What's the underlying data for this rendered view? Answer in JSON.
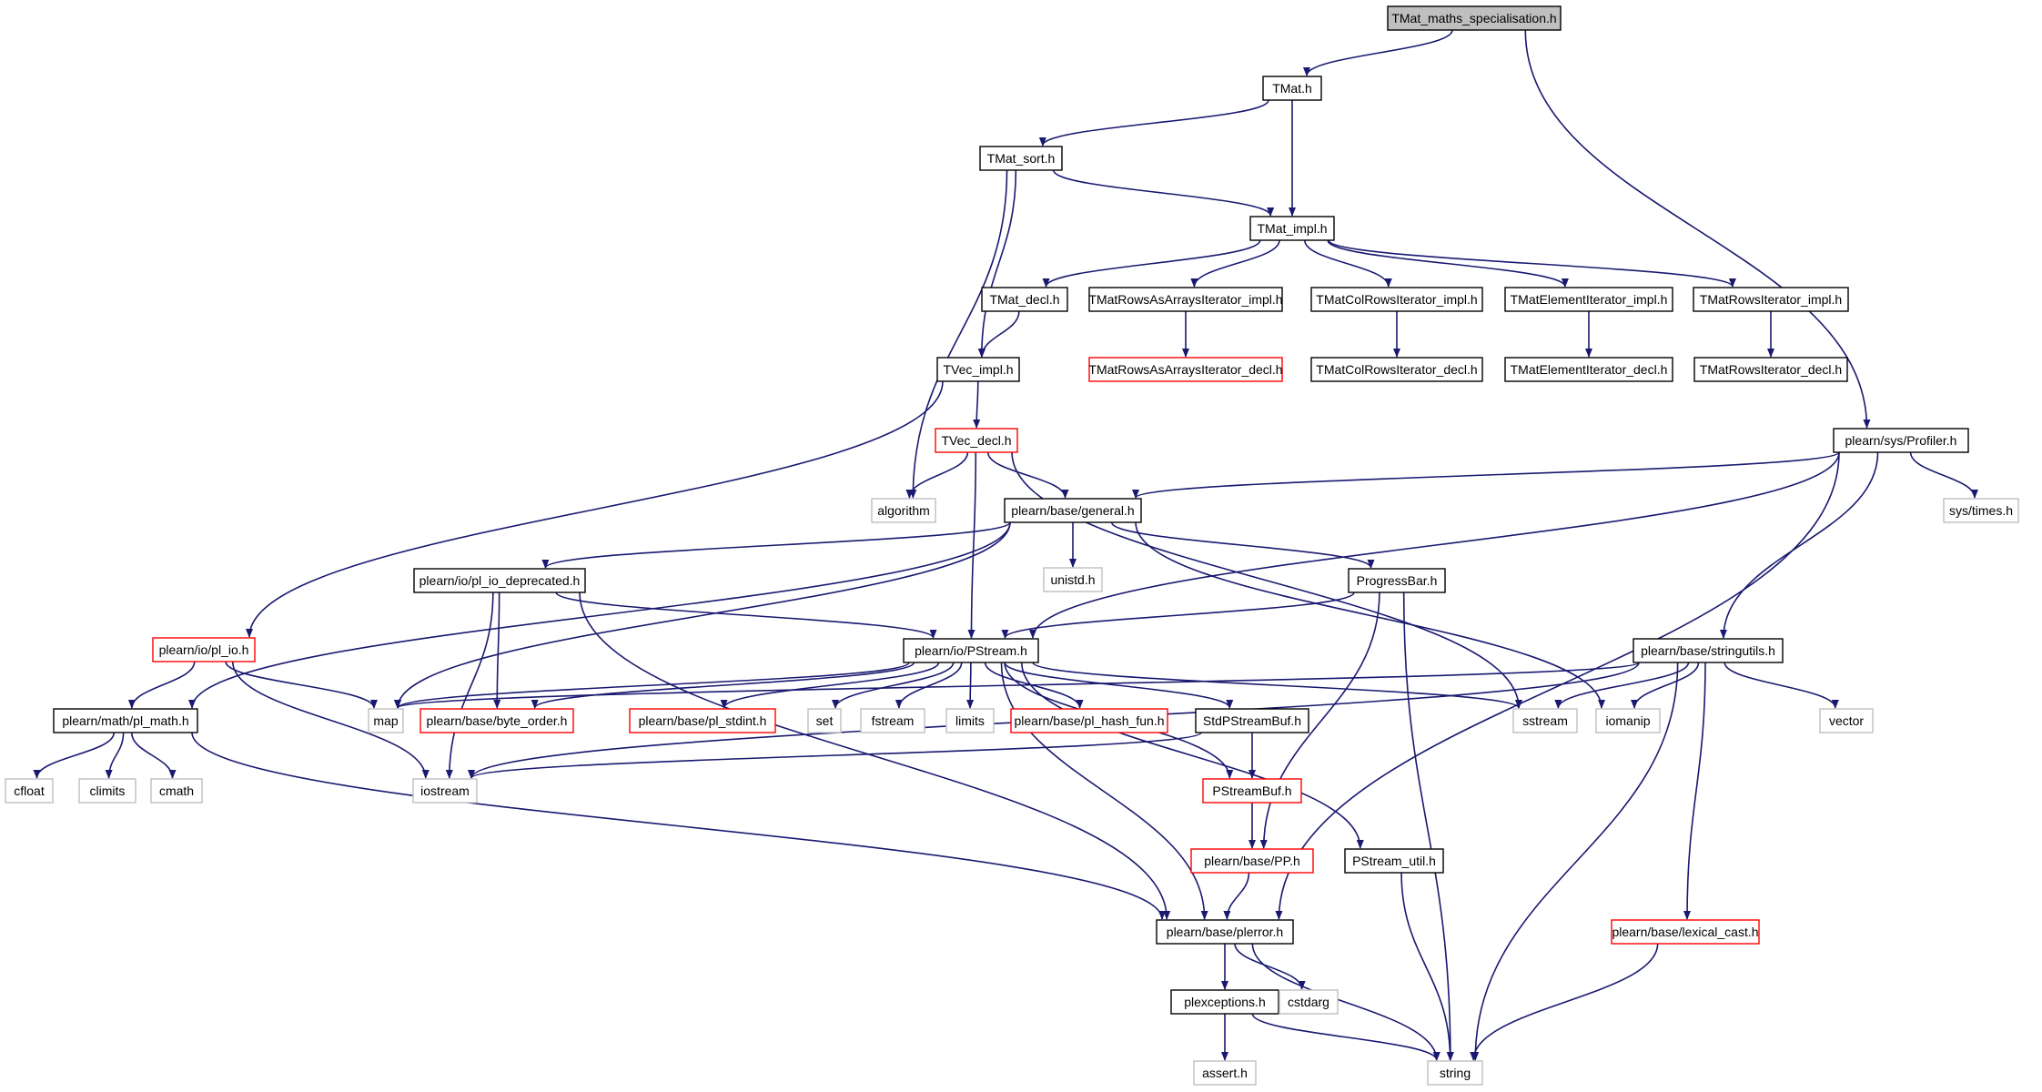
{
  "colors": {
    "edge": "#191970",
    "text": "#000000",
    "root_fill": "#bfbfbf",
    "border_default": "#000000",
    "border_truncated": "#ff0000",
    "border_external": "#bfbfbf",
    "node_fill": "#ffffff"
  },
  "nodes": [
    {
      "id": "root",
      "label": "TMat_maths_specialisation.h",
      "kind": "root"
    },
    {
      "id": "tmat",
      "label": "TMat.h",
      "kind": "default"
    },
    {
      "id": "tmatsort",
      "label": "TMat_sort.h",
      "kind": "default"
    },
    {
      "id": "tmatimpl",
      "label": "TMat_impl.h",
      "kind": "default"
    },
    {
      "id": "tmatdecl",
      "label": "TMat_decl.h",
      "kind": "default"
    },
    {
      "id": "rowsarr",
      "label": "TMatRowsAsArraysIterator_impl.h",
      "kind": "default"
    },
    {
      "id": "colrows",
      "label": "TMatColRowsIterator_impl.h",
      "kind": "default"
    },
    {
      "id": "elemit",
      "label": "TMatElementIterator_impl.h",
      "kind": "default"
    },
    {
      "id": "rowsit",
      "label": "TMatRowsIterator_impl.h",
      "kind": "default"
    },
    {
      "id": "rowsarrdecl",
      "label": "TMatRowsAsArraysIterator_decl.h",
      "kind": "truncated"
    },
    {
      "id": "colrowsdecl",
      "label": "TMatColRowsIterator_decl.h",
      "kind": "default"
    },
    {
      "id": "elemitdecl",
      "label": "TMatElementIterator_decl.h",
      "kind": "default"
    },
    {
      "id": "rowsitdecl",
      "label": "TMatRowsIterator_decl.h",
      "kind": "default"
    },
    {
      "id": "tvecimpl",
      "label": "TVec_impl.h",
      "kind": "default"
    },
    {
      "id": "tvecdecl",
      "label": "TVec_decl.h",
      "kind": "truncated"
    },
    {
      "id": "profiler",
      "label": "plearn/sys/Profiler.h",
      "kind": "default"
    },
    {
      "id": "algorithm",
      "label": "algorithm",
      "kind": "external"
    },
    {
      "id": "general",
      "label": "plearn/base/general.h",
      "kind": "default"
    },
    {
      "id": "systimes",
      "label": "sys/times.h",
      "kind": "external"
    },
    {
      "id": "unistd",
      "label": "unistd.h",
      "kind": "external"
    },
    {
      "id": "pliodep",
      "label": "plearn/io/pl_io_deprecated.h",
      "kind": "default"
    },
    {
      "id": "progress",
      "label": "ProgressBar.h",
      "kind": "default"
    },
    {
      "id": "plio",
      "label": "plearn/io/pl_io.h",
      "kind": "truncated"
    },
    {
      "id": "pstream",
      "label": "plearn/io/PStream.h",
      "kind": "default"
    },
    {
      "id": "stringutils",
      "label": "plearn/base/stringutils.h",
      "kind": "default"
    },
    {
      "id": "plmath",
      "label": "plearn/math/pl_math.h",
      "kind": "default"
    },
    {
      "id": "map",
      "label": "map",
      "kind": "external"
    },
    {
      "id": "byteorder",
      "label": "plearn/base/byte_order.h",
      "kind": "truncated"
    },
    {
      "id": "plstdint",
      "label": "plearn/base/pl_stdint.h",
      "kind": "truncated"
    },
    {
      "id": "set",
      "label": "set",
      "kind": "external"
    },
    {
      "id": "fstream",
      "label": "fstream",
      "kind": "external"
    },
    {
      "id": "limits",
      "label": "limits",
      "kind": "external"
    },
    {
      "id": "hashfun",
      "label": "plearn/base/pl_hash_fun.h",
      "kind": "truncated"
    },
    {
      "id": "stdpsbuf",
      "label": "StdPStreamBuf.h",
      "kind": "default"
    },
    {
      "id": "sstream",
      "label": "sstream",
      "kind": "external"
    },
    {
      "id": "iomanip",
      "label": "iomanip",
      "kind": "external"
    },
    {
      "id": "vector",
      "label": "vector",
      "kind": "external"
    },
    {
      "id": "cfloat",
      "label": "cfloat",
      "kind": "external"
    },
    {
      "id": "climits",
      "label": "climits",
      "kind": "external"
    },
    {
      "id": "cmath",
      "label": "cmath",
      "kind": "external"
    },
    {
      "id": "iostream",
      "label": "iostream",
      "kind": "external"
    },
    {
      "id": "psbuf",
      "label": "PStreamBuf.h",
      "kind": "truncated"
    },
    {
      "id": "pp",
      "label": "plearn/base/PP.h",
      "kind": "truncated"
    },
    {
      "id": "psutil",
      "label": "PStream_util.h",
      "kind": "default"
    },
    {
      "id": "plerror",
      "label": "plearn/base/plerror.h",
      "kind": "default"
    },
    {
      "id": "lexcast",
      "label": "plearn/base/lexical_cast.h",
      "kind": "truncated"
    },
    {
      "id": "plexc",
      "label": "plexceptions.h",
      "kind": "default"
    },
    {
      "id": "cstdarg",
      "label": "cstdarg",
      "kind": "external"
    },
    {
      "id": "asserth",
      "label": "assert.h",
      "kind": "external"
    },
    {
      "id": "string",
      "label": "string",
      "kind": "external"
    }
  ],
  "edges": [
    [
      "root",
      "tmat"
    ],
    [
      "root",
      "profiler"
    ],
    [
      "tmat",
      "tmatsort"
    ],
    [
      "tmat",
      "tmatimpl"
    ],
    [
      "tmatsort",
      "tmatimpl"
    ],
    [
      "tmatsort",
      "tvecimpl"
    ],
    [
      "tmatsort",
      "algorithm"
    ],
    [
      "tmatimpl",
      "tmatdecl"
    ],
    [
      "tmatimpl",
      "rowsarr"
    ],
    [
      "tmatimpl",
      "colrows"
    ],
    [
      "tmatimpl",
      "elemit"
    ],
    [
      "tmatimpl",
      "rowsit"
    ],
    [
      "rowsarr",
      "rowsarrdecl"
    ],
    [
      "colrows",
      "colrowsdecl"
    ],
    [
      "elemit",
      "elemitdecl"
    ],
    [
      "rowsit",
      "rowsitdecl"
    ],
    [
      "tmatdecl",
      "tvecimpl"
    ],
    [
      "tvecimpl",
      "tvecdecl"
    ],
    [
      "tvecimpl",
      "plio"
    ],
    [
      "tvecdecl",
      "algorithm"
    ],
    [
      "tvecdecl",
      "general"
    ],
    [
      "tvecdecl",
      "pstream"
    ],
    [
      "tvecdecl",
      "sstream"
    ],
    [
      "profiler",
      "general"
    ],
    [
      "profiler",
      "systimes"
    ],
    [
      "profiler",
      "pstream"
    ],
    [
      "profiler",
      "stringutils"
    ],
    [
      "profiler",
      "plerror"
    ],
    [
      "general",
      "unistd"
    ],
    [
      "general",
      "pliodep"
    ],
    [
      "general",
      "progress"
    ],
    [
      "general",
      "plmath"
    ],
    [
      "general",
      "map"
    ],
    [
      "general",
      "iomanip"
    ],
    [
      "pliodep",
      "pstream"
    ],
    [
      "pliodep",
      "byteorder"
    ],
    [
      "pliodep",
      "iostream"
    ],
    [
      "pliodep",
      "plerror"
    ],
    [
      "progress",
      "pstream"
    ],
    [
      "progress",
      "pp"
    ],
    [
      "progress",
      "string"
    ],
    [
      "plio",
      "plmath"
    ],
    [
      "plio",
      "map"
    ],
    [
      "plio",
      "iostream"
    ],
    [
      "pstream",
      "map"
    ],
    [
      "pstream",
      "byteorder"
    ],
    [
      "pstream",
      "plstdint"
    ],
    [
      "pstream",
      "set"
    ],
    [
      "pstream",
      "fstream"
    ],
    [
      "pstream",
      "limits"
    ],
    [
      "pstream",
      "hashfun"
    ],
    [
      "pstream",
      "stdpsbuf"
    ],
    [
      "pstream",
      "psbuf"
    ],
    [
      "pstream",
      "psutil"
    ],
    [
      "pstream",
      "sstream"
    ],
    [
      "pstream",
      "plerror"
    ],
    [
      "stringutils",
      "map"
    ],
    [
      "stringutils",
      "sstream"
    ],
    [
      "stringutils",
      "iomanip"
    ],
    [
      "stringutils",
      "vector"
    ],
    [
      "stringutils",
      "iostream"
    ],
    [
      "stringutils",
      "lexcast"
    ],
    [
      "stringutils",
      "string"
    ],
    [
      "plmath",
      "cfloat"
    ],
    [
      "plmath",
      "climits"
    ],
    [
      "plmath",
      "cmath"
    ],
    [
      "plmath",
      "plerror"
    ],
    [
      "stdpsbuf",
      "psbuf"
    ],
    [
      "stdpsbuf",
      "iostream"
    ],
    [
      "psbuf",
      "pp"
    ],
    [
      "pp",
      "plerror"
    ],
    [
      "psutil",
      "string"
    ],
    [
      "plerror",
      "plexc"
    ],
    [
      "plerror",
      "cstdarg"
    ],
    [
      "plerror",
      "string"
    ],
    [
      "lexcast",
      "string"
    ],
    [
      "plexc",
      "asserth"
    ],
    [
      "plexc",
      "string"
    ]
  ]
}
